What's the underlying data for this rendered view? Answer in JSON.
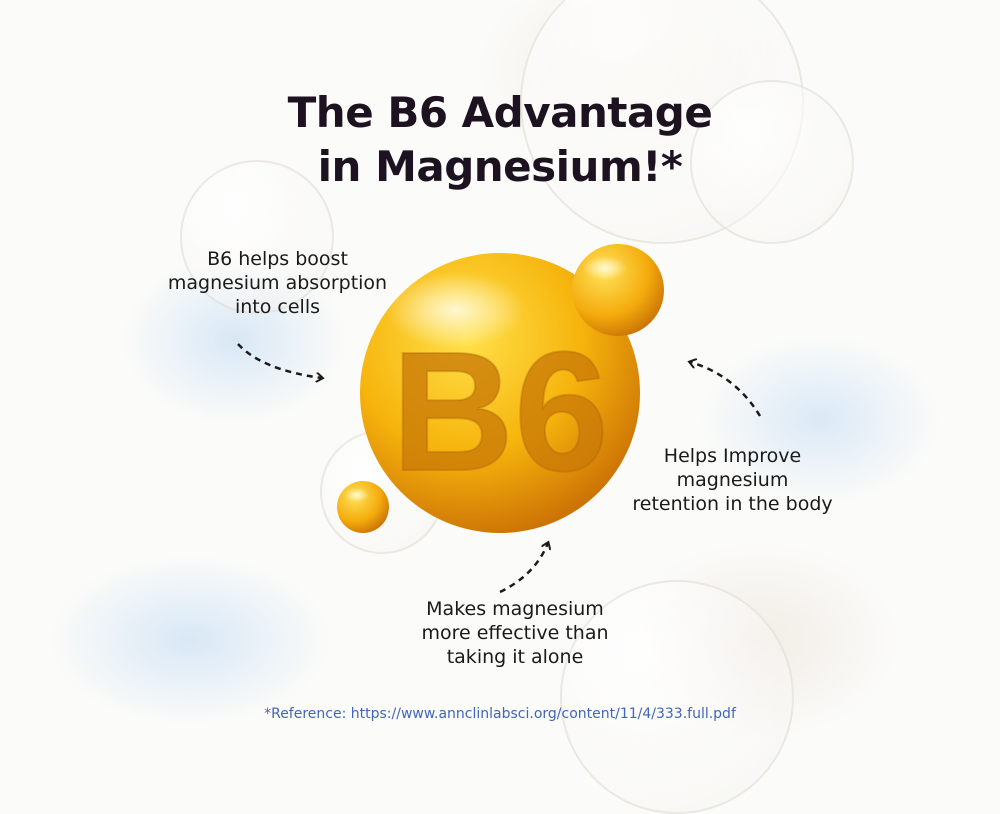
{
  "title_line1": "The B6 Advantage",
  "title_line2": "in Magnesium!*",
  "vitamin_label": "B6",
  "callouts": {
    "absorption": [
      "B6 helps boost",
      "magnesium absorption",
      "into cells"
    ],
    "retention": [
      "Helps Improve",
      "magnesium",
      "retention in the body"
    ],
    "effective": [
      "Makes magnesium",
      "more effective than",
      "taking it alone"
    ]
  },
  "reference": "*Reference: https://www.annclinlabsci.org/content/11/4/333.full.pdf",
  "colors": {
    "title": "#1d1320",
    "orb_highlight": "#ffe14a",
    "orb_mid": "#f6b40c",
    "orb_shadow": "#c96e05",
    "reference": "#3f66b8"
  }
}
